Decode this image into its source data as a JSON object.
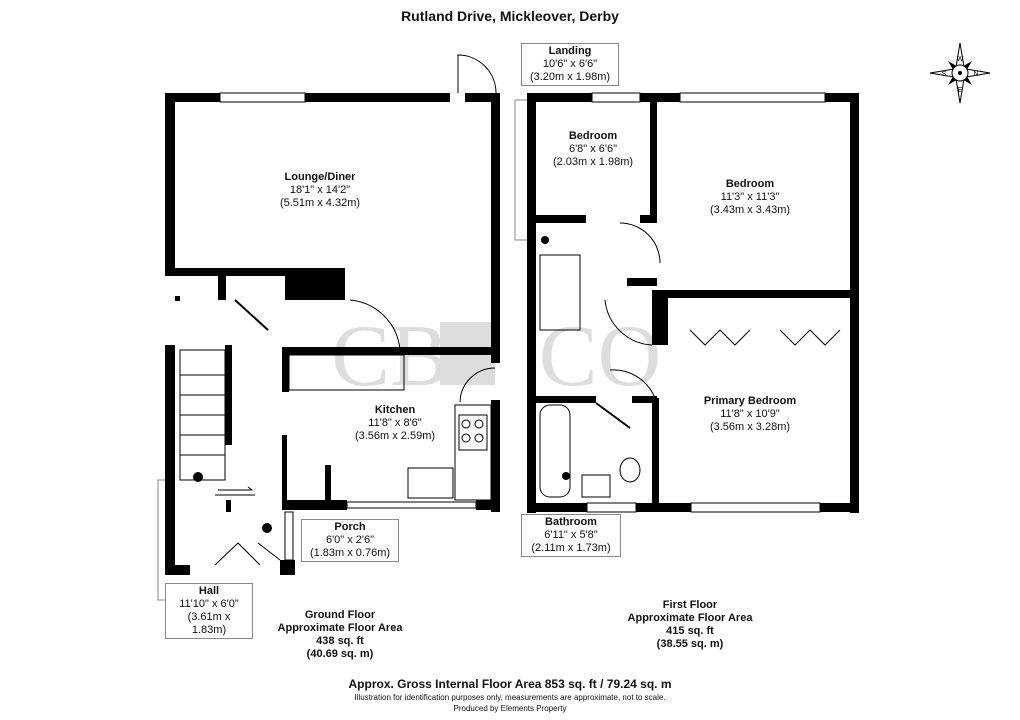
{
  "title": "Rutland Drive, Mickleover, Derby",
  "compass": {
    "icon": "compass-rose-icon",
    "labels": [
      "W",
      "S",
      "N",
      "E"
    ]
  },
  "watermark": "CB HCO",
  "rooms": {
    "lounge": {
      "name": "Lounge/Diner",
      "imperial": "18'1\" x 14'2\"",
      "metric": "(5.51m x 4.32m)"
    },
    "kitchen": {
      "name": "Kitchen",
      "imperial": "11'8\" x 8'6\"",
      "metric": "(3.56m x 2.59m)"
    },
    "porch": {
      "name": "Porch",
      "imperial": "6'0\" x 2'6\"",
      "metric": "(1.83m x 0.76m)"
    },
    "hall": {
      "name": "Hall",
      "imperial": "11'10\" x 6'0\"",
      "metric": "(3.61m x 1.83m)"
    },
    "landing": {
      "name": "Landing",
      "imperial": "10'6\" x 6'6\"",
      "metric": "(3.20m x 1.98m)"
    },
    "bedroom_small": {
      "name": "Bedroom",
      "imperial": "6'8\" x 6'6\"",
      "metric": "(2.03m x 1.98m)"
    },
    "bedroom": {
      "name": "Bedroom",
      "imperial": "11'3\" x 11'3\"",
      "metric": "(3.43m x 3.43m)"
    },
    "primary": {
      "name": "Primary Bedroom",
      "imperial": "11'8\" x 10'9\"",
      "metric": "(3.56m x 3.28m)"
    },
    "bathroom": {
      "name": "Bathroom",
      "imperial": "6'11\" x 5'8\"",
      "metric": "(2.11m x 1.73m)"
    }
  },
  "ground_floor": {
    "line1": "Ground Floor",
    "line2": "Approximate Floor Area",
    "sqft": "438 sq. ft",
    "sqm": "(40.69 sq. m)"
  },
  "first_floor": {
    "line1": "First Floor",
    "line2": "Approximate Floor Area",
    "sqft": "415 sq. ft",
    "sqm": "(38.55 sq. m)"
  },
  "footer": {
    "gross": "Approx. Gross Internal Floor Area 853 sq. ft / 79.24 sq. m",
    "disclaimer": "Illustration for identification purposes only, measurements are approximate, not to scale.",
    "producer": "Produced by Elements Property"
  }
}
